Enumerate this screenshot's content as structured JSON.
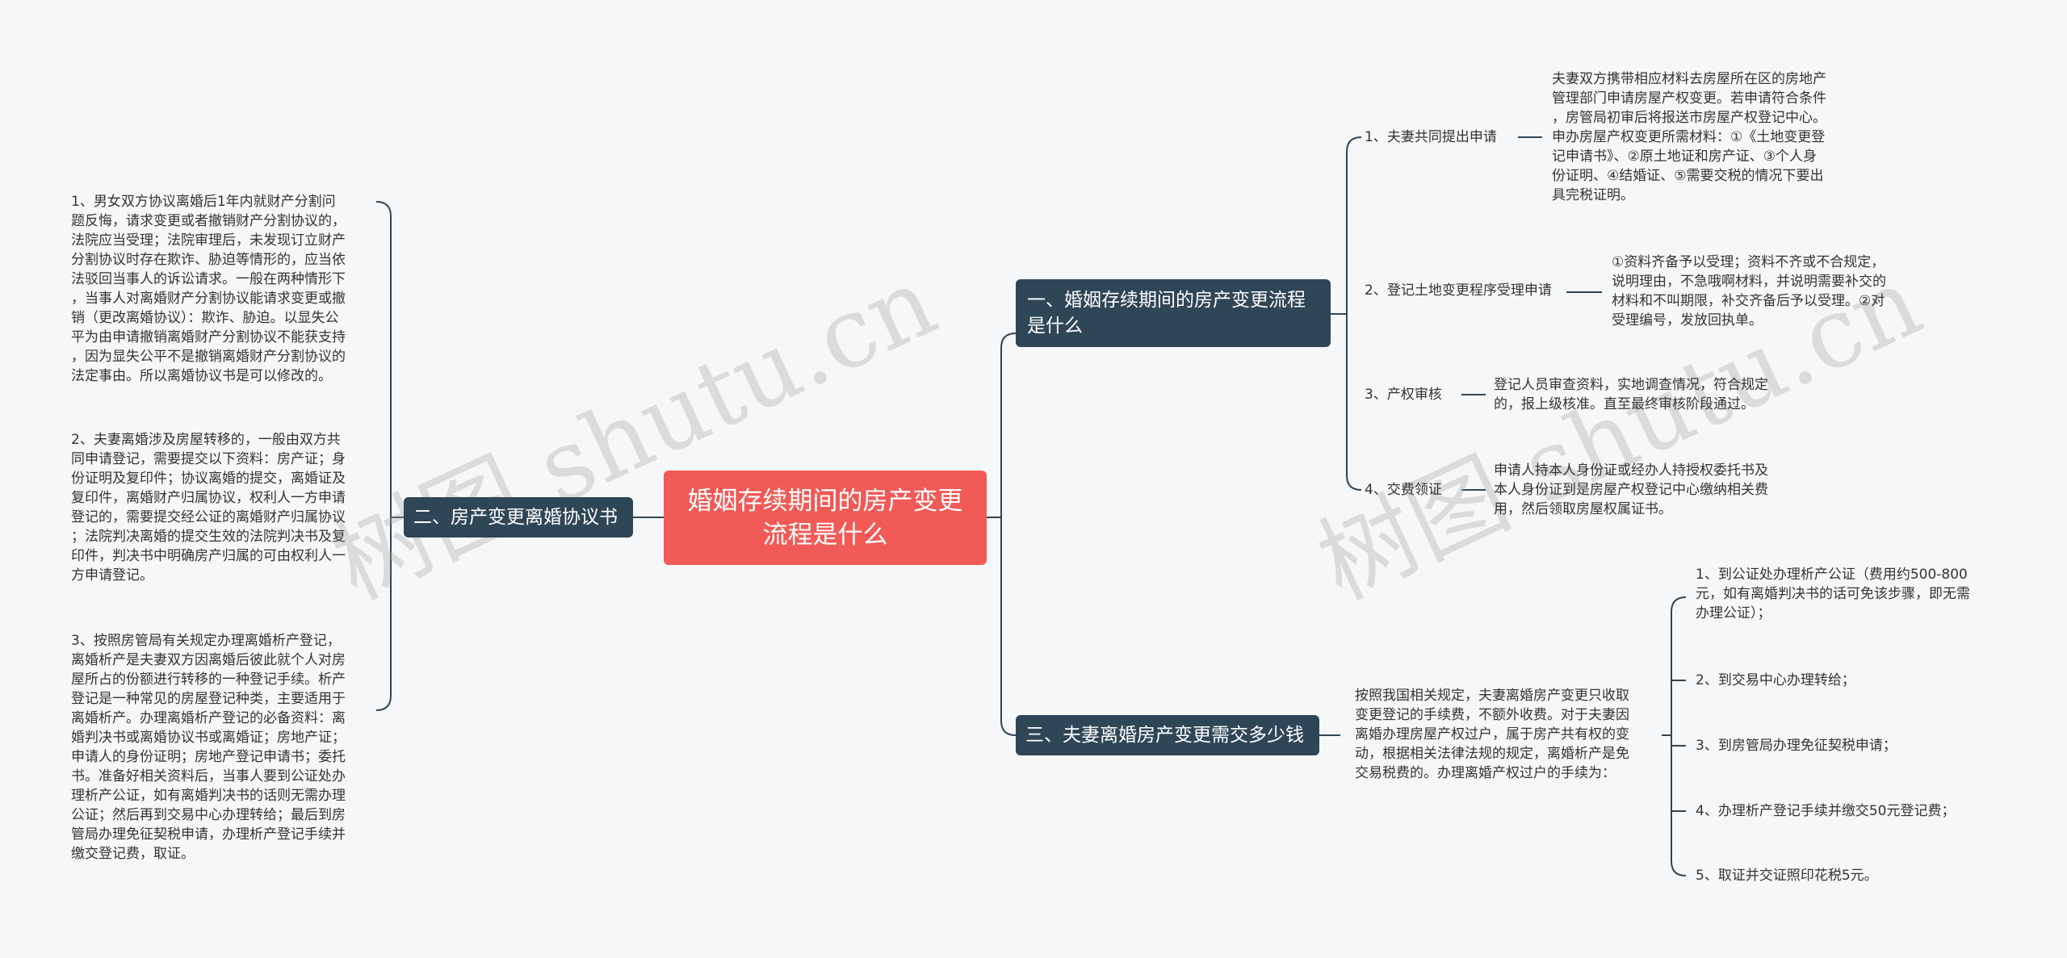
{
  "root": {
    "title": "婚姻存续期间的房产变更流程是什么"
  },
  "branches": {
    "b1": {
      "title": "一、婚姻存续期间的房产变更流程是什么",
      "items": [
        {
          "label": "1、夫妻共同提出申请",
          "detail": "夫妻双方携带相应材料去房屋所在区的房地产\n管理部门申请房屋产权变更。若申请符合条件\n，房管局初审后将报送市房屋产权登记中心。\n申办房屋产权变更所需材料：①《土地变更登\n记申请书》、②原土地证和房产证、③个人身\n份证明、④结婚证、⑤需要交税的情况下要出\n具完税证明。"
        },
        {
          "label": "2、登记土地变更程序受理申请",
          "detail": "①资料齐备予以受理；资料不齐或不合规定，\n说明理由，不急哦啊材料，并说明需要补交的\n材料和不叫期限，补交齐备后予以受理。②对\n受理编号，发放回执单。"
        },
        {
          "label": "3、产权审核",
          "detail": "登记人员审查资料，实地调查情况，符合规定\n的，报上级核准。直至最终审核阶段通过。"
        },
        {
          "label": "4、交费领证",
          "detail": "申请人持本人身份证或经办人持授权委托书及\n本人身份证到是房屋产权登记中心缴纳相关费\n用，然后领取房屋权属证书。"
        }
      ]
    },
    "b2": {
      "title": "二、房产变更离婚协议书",
      "items": [
        "1、男女双方协议离婚后1年内就财产分割问\n题反悔，请求变更或者撤销财产分割协议的，\n法院应当受理；法院审理后，未发现订立财产\n分割协议时存在欺诈、胁迫等情形的，应当依\n法驳回当事人的诉讼请求。一般在两种情形下\n，当事人对离婚财产分割协议能请求变更或撤\n销（更改离婚协议）：欺诈、胁迫。以显失公\n平为由申请撤销离婚财产分割协议不能获支持\n，因为显失公平不是撤销离婚财产分割协议的\n法定事由。所以离婚协议书是可以修改的。",
        "2、夫妻离婚涉及房屋转移的，一般由双方共\n同申请登记，需要提交以下资料：房产证；身\n份证明及复印件；协议离婚的提交，离婚证及\n复印件，离婚财产归属协议，权利人一方申请\n登记的，需要提交经公证的离婚财产归属协议\n；法院判决离婚的提交生效的法院判决书及复\n印件，判决书中明确房产归属的可由权利人一\n方申请登记。",
        "3、按照房管局有关规定办理离婚析产登记，\n离婚析产是夫妻双方因离婚后彼此就个人对房\n屋所占的份额进行转移的一种登记手续。析产\n登记是一种常见的房屋登记种类，主要适用于\n离婚析产。办理离婚析产登记的必备资料：离\n婚判决书或离婚协议书或离婚证；房地产证；\n申请人的身份证明；房地产登记申请书；委托\n书。准备好相关资料后，当事人要到公证处办\n理析产公证，如有离婚判决书的话则无需办理\n公证；然后再到交易中心办理转给；最后到房\n管局办理免征契税申请，办理析产登记手续并\n缴交登记费，取证。"
      ]
    },
    "b3": {
      "title": "三、夫妻离婚房产变更需交多少钱",
      "intro": "按照我国相关规定，夫妻离婚房产变更只收取\n变更登记的手续费，不额外收费。对于夫妻因\n离婚办理房屋产权过户，属于房产共有权的变\n动，根据相关法律法规的规定，离婚析产是免\n交易税费的。办理离婚产权过户的手续为：",
      "steps": [
        "1、到公证处办理析产公证（费用约500-800\n元，如有离婚判决书的话可免该步骤，即无需\n办理公证）；",
        "2、到交易中心办理转给；",
        "3、到房管局办理免征契税申请；",
        "4、办理析产登记手续并缴交50元登记费；",
        "5、取证并交证照印花税5元。"
      ]
    }
  },
  "watermarks": [
    "树图 shutu.cn",
    "树图 shutu.cn"
  ],
  "colors": {
    "root": "#f15a56",
    "branch": "#2f4657",
    "line": "#2f4657",
    "background": "#f5f7f8"
  }
}
